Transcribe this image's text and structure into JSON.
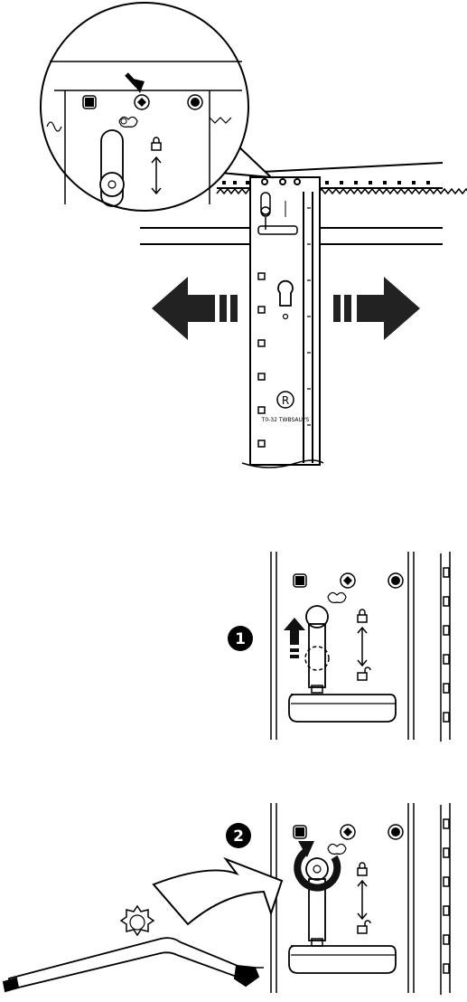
{
  "figure": {
    "panels": [
      {
        "id": "overview",
        "content": "rack rail with detail callout and slide arrows"
      },
      {
        "id": "step-1",
        "badge": "1"
      },
      {
        "id": "step-2",
        "badge": "2"
      }
    ],
    "rail_label": "T0-32 TWBSAUYS",
    "registered_mark": "R",
    "icons": [
      "lock-closed-icon",
      "lock-open-icon",
      "torx-bit-icon",
      "rotate-arrow-icon",
      "push-up-arrow-icon",
      "slide-arrows-icon"
    ],
    "colors": {
      "ink": "#000000",
      "paper": "#ffffff",
      "arrow_fill": "#222222"
    }
  }
}
